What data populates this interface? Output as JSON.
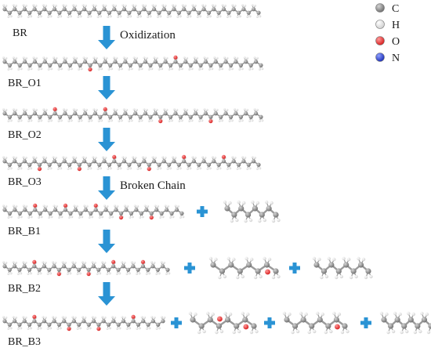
{
  "elements": {
    "C": {
      "symbol": "C",
      "color": "#6e6e6e",
      "highlight": "#d4d4d4"
    },
    "H": {
      "symbol": "H",
      "color": "#cfcfcf",
      "highlight": "#ffffff"
    },
    "O": {
      "symbol": "O",
      "color": "#d81e1e",
      "highlight": "#ff9a9a"
    },
    "N": {
      "symbol": "N",
      "color": "#1c2fb8",
      "highlight": "#8fa0ff"
    }
  },
  "legend": [
    {
      "element": "C",
      "label": "C"
    },
    {
      "element": "H",
      "label": "H"
    },
    {
      "element": "O",
      "label": "O"
    },
    {
      "element": "N",
      "label": "N"
    }
  ],
  "arrow_color": "#2a93d4",
  "plus_color": "#2a93d4",
  "bond_color": "#9a9a9a",
  "states": [
    {
      "name": "BR",
      "main_oxygens": 0,
      "fragments": []
    },
    {
      "name": "BR_O1",
      "main_oxygens": 2,
      "fragments": []
    },
    {
      "name": "BR_O2",
      "main_oxygens": 4,
      "fragments": []
    },
    {
      "name": "BR_O3",
      "main_oxygens": 6,
      "fragments": []
    },
    {
      "name": "BR_B1",
      "main_oxygens": 5,
      "fragments": [
        {
          "oxygens": 0
        }
      ]
    },
    {
      "name": "BR_B2",
      "main_oxygens": 5,
      "fragments": [
        {
          "oxygens": 1
        },
        {
          "oxygens": 0
        }
      ]
    },
    {
      "name": "BR_B3",
      "main_oxygens": 4,
      "fragments": [
        {
          "oxygens": 2
        },
        {
          "oxygens": 1
        },
        {
          "oxygens": 0
        }
      ]
    }
  ],
  "steps": [
    {
      "after": "BR",
      "label": "Oxidization"
    },
    {
      "after": "BR_O1",
      "label": ""
    },
    {
      "after": "BR_O2",
      "label": ""
    },
    {
      "after": "BR_O3",
      "label": "Broken Chain"
    },
    {
      "after": "BR_B1",
      "label": ""
    },
    {
      "after": "BR_B2",
      "label": ""
    }
  ]
}
